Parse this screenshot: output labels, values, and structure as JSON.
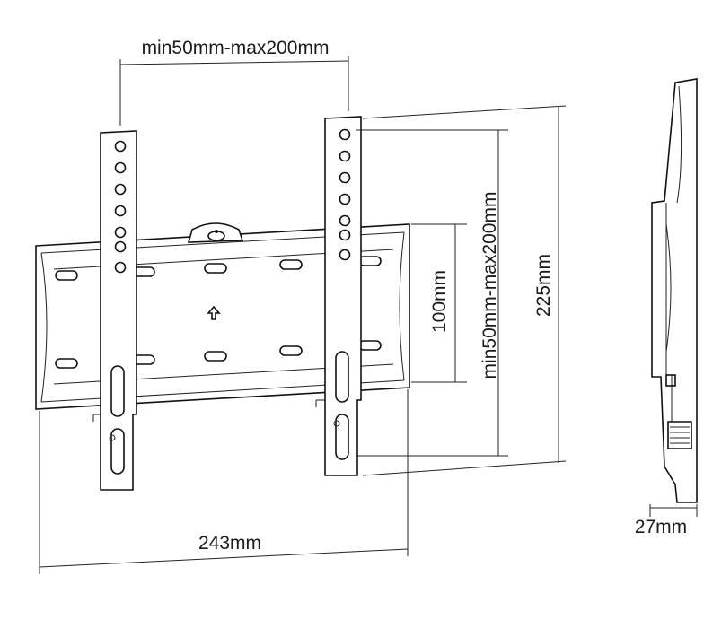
{
  "dimensions": {
    "top_width": "min50mm-max200mm",
    "vertical_vesa": "min50mm-max200mm",
    "plate_height": "100mm",
    "overall_height": "225mm",
    "overall_width": "243mm",
    "depth": "27mm"
  },
  "colors": {
    "line": "#111111",
    "background": "#ffffff"
  },
  "icons": {
    "arrow": "up-arrow-icon"
  }
}
